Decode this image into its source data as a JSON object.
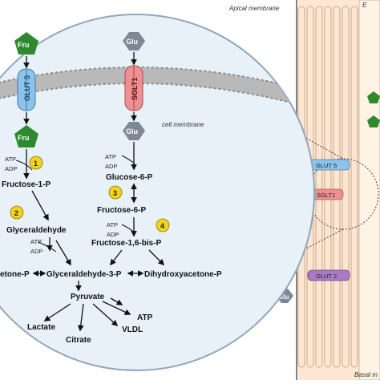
{
  "colors": {
    "bubble_fill": "#e8f1f8",
    "bubble_stroke": "#8fa7bd",
    "fru_green": "#2f8a2f",
    "glu_gray": "#7e8795",
    "glut5_blue": "#8cc3ea",
    "sglt1_red": "#ee8f92",
    "glut2_purple": "#a97bc4",
    "step_yellow": "#f5d11e",
    "villi_fill": "#fde7d2",
    "villi_stroke": "#c9a78a",
    "membrane": "#b9b9b9"
  },
  "labels": {
    "apical_membrane": "Apical membrane",
    "basal_membrane": "Basal m",
    "top_right_fragment": "E",
    "cell_membrane": "cell membrane"
  },
  "transporters": {
    "glut5": "GLUT 5",
    "sglt1": "SGLT1",
    "glut2": "GLUT 2"
  },
  "sugars": {
    "fru": "Fru",
    "glu": "Glu"
  },
  "cofactors": {
    "atp": "ATP",
    "adp": "ADP"
  },
  "steps": [
    "1",
    "2",
    "3",
    "4"
  ],
  "metabolites": {
    "fructose_1_p": "Fructose-1-P",
    "glyceraldehyde": "Glyceraldehyde",
    "glucose_6_p": "Glucose-6-P",
    "fructose_6_p": "Fructose-6-P",
    "fructose_16_bisp": "Fructose-1,6-bis-P",
    "glyceraldehyde_3_p": "Glyceraldehyde-3-P",
    "dihydroxyacetone_p": "Dihydroxyacetone-P",
    "dihydroxyacetone_p_fragment": "etone-P",
    "pyruvate": "Pyruvate",
    "atp_product": "ATP",
    "lactate": "Lactate",
    "citrate": "Citrate",
    "vldl": "VLDL"
  }
}
